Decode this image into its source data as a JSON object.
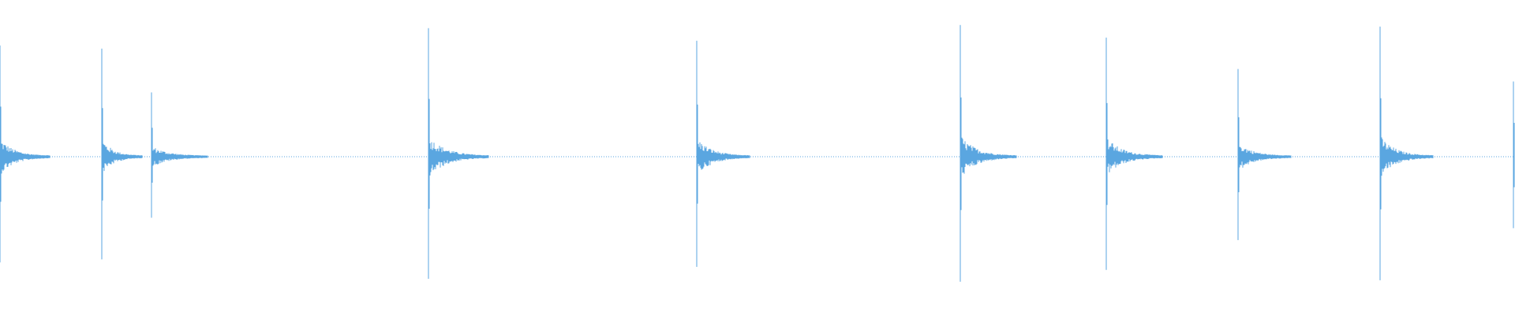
{
  "waveform": {
    "color": "#5aa6e0",
    "baseline_style": "dotted",
    "peaks": [
      {
        "time": 0.0,
        "amplitude": 0.71,
        "decay": 0.4
      },
      {
        "time": 0.067,
        "amplitude": 0.69,
        "decay": 0.32
      },
      {
        "time": 0.1,
        "amplitude": 0.41,
        "decay": 0.45
      },
      {
        "time": 0.283,
        "amplitude": 0.82,
        "decay": 0.48
      },
      {
        "time": 0.46,
        "amplitude": 0.74,
        "decay": 0.42
      },
      {
        "time": 0.634,
        "amplitude": 0.84,
        "decay": 0.45
      },
      {
        "time": 0.73,
        "amplitude": 0.76,
        "decay": 0.45
      },
      {
        "time": 0.817,
        "amplitude": 0.56,
        "decay": 0.42
      },
      {
        "time": 0.911,
        "amplitude": 0.83,
        "decay": 0.42
      },
      {
        "time": 0.999,
        "amplitude": 0.48,
        "decay": 0.1
      }
    ]
  }
}
